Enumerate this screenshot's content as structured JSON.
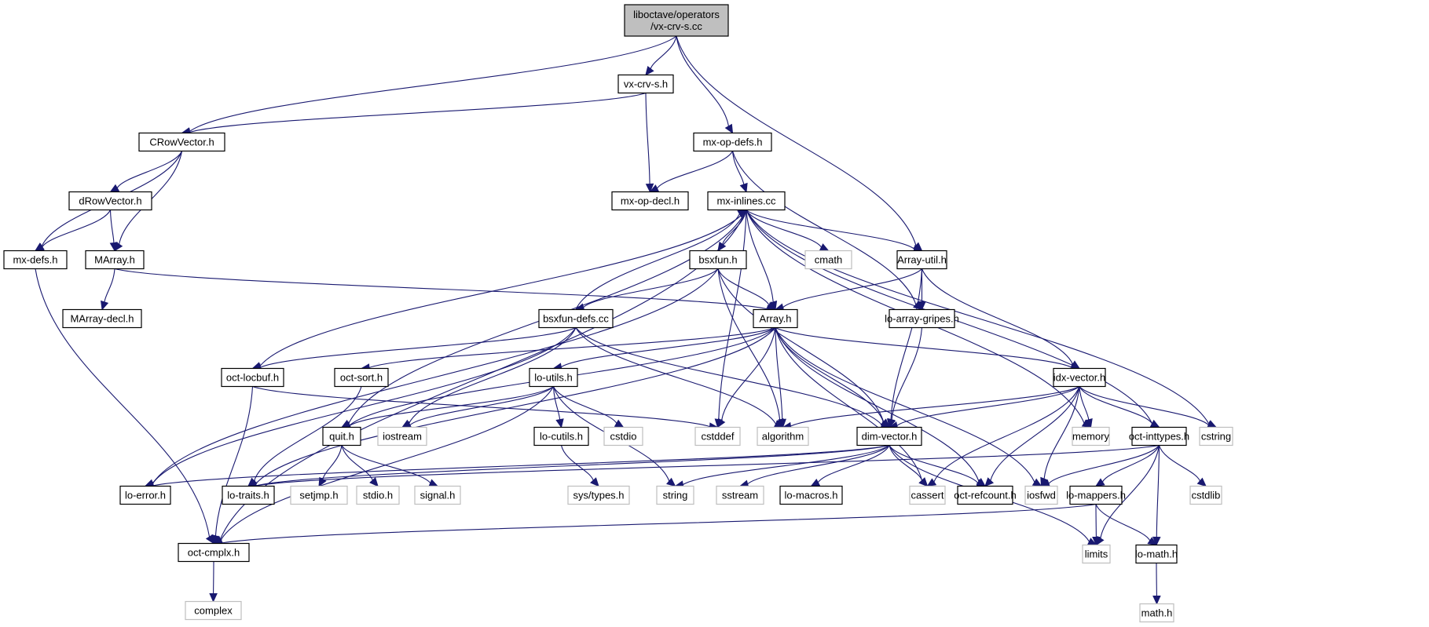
{
  "title": "Include dependency graph for vx-crv-s.cc",
  "colors": {
    "edge": "#191970",
    "root_fill": "#bfbfbf",
    "node_border": "#000000",
    "external_border": "#bfbfbf"
  },
  "root": "liboctave/operators/vx-crv-s.cc",
  "nodes": [
    {
      "id": "root",
      "label_lines": [
        "liboctave/operators",
        "/vx-crv-s.cc"
      ],
      "kind": "root"
    },
    {
      "id": "vx-crv-s.h",
      "label_lines": [
        "vx-crv-s.h"
      ],
      "kind": "file"
    },
    {
      "id": "CRowVector.h",
      "label_lines": [
        "CRowVector.h"
      ],
      "kind": "file"
    },
    {
      "id": "mx-op-defs.h",
      "label_lines": [
        "mx-op-defs.h"
      ],
      "kind": "file"
    },
    {
      "id": "mx-op-decl.h",
      "label_lines": [
        "mx-op-decl.h"
      ],
      "kind": "file"
    },
    {
      "id": "mx-inlines.cc",
      "label_lines": [
        "mx-inlines.cc"
      ],
      "kind": "file"
    },
    {
      "id": "dRowVector.h",
      "label_lines": [
        "dRowVector.h"
      ],
      "kind": "file"
    },
    {
      "id": "mx-defs.h",
      "label_lines": [
        "mx-defs.h"
      ],
      "kind": "file"
    },
    {
      "id": "MArray.h",
      "label_lines": [
        "MArray.h"
      ],
      "kind": "file"
    },
    {
      "id": "bsxfun.h",
      "label_lines": [
        "bsxfun.h"
      ],
      "kind": "file"
    },
    {
      "id": "cmath",
      "label_lines": [
        "cmath"
      ],
      "kind": "external"
    },
    {
      "id": "Array-util.h",
      "label_lines": [
        "Array-util.h"
      ],
      "kind": "file"
    },
    {
      "id": "MArray-decl.h",
      "label_lines": [
        "MArray-decl.h"
      ],
      "kind": "file"
    },
    {
      "id": "bsxfun-defs.cc",
      "label_lines": [
        "bsxfun-defs.cc"
      ],
      "kind": "file"
    },
    {
      "id": "Array.h",
      "label_lines": [
        "Array.h"
      ],
      "kind": "file"
    },
    {
      "id": "lo-array-gripes.h",
      "label_lines": [
        "lo-array-gripes.h"
      ],
      "kind": "file"
    },
    {
      "id": "oct-locbuf.h",
      "label_lines": [
        "oct-locbuf.h"
      ],
      "kind": "file"
    },
    {
      "id": "oct-sort.h",
      "label_lines": [
        "oct-sort.h"
      ],
      "kind": "file"
    },
    {
      "id": "lo-utils.h",
      "label_lines": [
        "lo-utils.h"
      ],
      "kind": "file"
    },
    {
      "id": "idx-vector.h",
      "label_lines": [
        "idx-vector.h"
      ],
      "kind": "file"
    },
    {
      "id": "quit.h",
      "label_lines": [
        "quit.h"
      ],
      "kind": "file"
    },
    {
      "id": "iostream",
      "label_lines": [
        "iostream"
      ],
      "kind": "external"
    },
    {
      "id": "lo-cutils.h",
      "label_lines": [
        "lo-cutils.h"
      ],
      "kind": "file"
    },
    {
      "id": "cstdio",
      "label_lines": [
        "cstdio"
      ],
      "kind": "external"
    },
    {
      "id": "cstddef",
      "label_lines": [
        "cstddef"
      ],
      "kind": "external"
    },
    {
      "id": "algorithm",
      "label_lines": [
        "algorithm"
      ],
      "kind": "external"
    },
    {
      "id": "dim-vector.h",
      "label_lines": [
        "dim-vector.h"
      ],
      "kind": "file"
    },
    {
      "id": "memory",
      "label_lines": [
        "memory"
      ],
      "kind": "external"
    },
    {
      "id": "oct-inttypes.h",
      "label_lines": [
        "oct-inttypes.h"
      ],
      "kind": "file"
    },
    {
      "id": "cstring",
      "label_lines": [
        "cstring"
      ],
      "kind": "external"
    },
    {
      "id": "lo-error.h",
      "label_lines": [
        "lo-error.h"
      ],
      "kind": "file"
    },
    {
      "id": "lo-traits.h",
      "label_lines": [
        "lo-traits.h"
      ],
      "kind": "file"
    },
    {
      "id": "setjmp.h",
      "label_lines": [
        "setjmp.h"
      ],
      "kind": "external"
    },
    {
      "id": "stdio.h",
      "label_lines": [
        "stdio.h"
      ],
      "kind": "external"
    },
    {
      "id": "signal.h",
      "label_lines": [
        "signal.h"
      ],
      "kind": "external"
    },
    {
      "id": "sys/types.h",
      "label_lines": [
        "sys/types.h"
      ],
      "kind": "external"
    },
    {
      "id": "string",
      "label_lines": [
        "string"
      ],
      "kind": "external"
    },
    {
      "id": "sstream",
      "label_lines": [
        "sstream"
      ],
      "kind": "external"
    },
    {
      "id": "lo-macros.h",
      "label_lines": [
        "lo-macros.h"
      ],
      "kind": "file"
    },
    {
      "id": "cassert",
      "label_lines": [
        "cassert"
      ],
      "kind": "external"
    },
    {
      "id": "oct-refcount.h",
      "label_lines": [
        "oct-refcount.h"
      ],
      "kind": "file"
    },
    {
      "id": "iosfwd",
      "label_lines": [
        "iosfwd"
      ],
      "kind": "external"
    },
    {
      "id": "lo-mappers.h",
      "label_lines": [
        "lo-mappers.h"
      ],
      "kind": "file"
    },
    {
      "id": "cstdlib",
      "label_lines": [
        "cstdlib"
      ],
      "kind": "external"
    },
    {
      "id": "oct-cmplx.h",
      "label_lines": [
        "oct-cmplx.h"
      ],
      "kind": "file"
    },
    {
      "id": "limits",
      "label_lines": [
        "limits"
      ],
      "kind": "external"
    },
    {
      "id": "lo-math.h",
      "label_lines": [
        "lo-math.h"
      ],
      "kind": "file"
    },
    {
      "id": "complex",
      "label_lines": [
        "complex"
      ],
      "kind": "external"
    },
    {
      "id": "math.h",
      "label_lines": [
        "math.h"
      ],
      "kind": "external"
    }
  ],
  "edges": [
    [
      "root",
      "vx-crv-s.h"
    ],
    [
      "root",
      "CRowVector.h"
    ],
    [
      "root",
      "mx-op-defs.h"
    ],
    [
      "root",
      "Array-util.h"
    ],
    [
      "vx-crv-s.h",
      "CRowVector.h"
    ],
    [
      "vx-crv-s.h",
      "mx-op-decl.h"
    ],
    [
      "CRowVector.h",
      "dRowVector.h"
    ],
    [
      "CRowVector.h",
      "mx-defs.h"
    ],
    [
      "CRowVector.h",
      "MArray.h"
    ],
    [
      "dRowVector.h",
      "mx-defs.h"
    ],
    [
      "dRowVector.h",
      "MArray.h"
    ],
    [
      "mx-op-defs.h",
      "mx-op-decl.h"
    ],
    [
      "mx-op-defs.h",
      "mx-inlines.cc"
    ],
    [
      "mx-op-defs.h",
      "lo-array-gripes.h"
    ],
    [
      "mx-defs.h",
      "oct-cmplx.h"
    ],
    [
      "MArray.h",
      "MArray-decl.h"
    ],
    [
      "MArray.h",
      "Array.h"
    ],
    [
      "mx-inlines.cc",
      "bsxfun.h"
    ],
    [
      "mx-inlines.cc",
      "cmath"
    ],
    [
      "mx-inlines.cc",
      "Array-util.h"
    ],
    [
      "mx-inlines.cc",
      "Array.h"
    ],
    [
      "mx-inlines.cc",
      "oct-locbuf.h"
    ],
    [
      "mx-inlines.cc",
      "quit.h"
    ],
    [
      "mx-inlines.cc",
      "oct-cmplx.h"
    ],
    [
      "mx-inlines.cc",
      "cstddef"
    ],
    [
      "mx-inlines.cc",
      "memory"
    ],
    [
      "mx-inlines.cc",
      "oct-inttypes.h"
    ],
    [
      "mx-inlines.cc",
      "cstring"
    ],
    [
      "bsxfun.h",
      "Array.h"
    ],
    [
      "bsxfun.h",
      "bsxfun-defs.cc"
    ],
    [
      "bsxfun.h",
      "algorithm"
    ],
    [
      "bsxfun.h",
      "dim-vector.h"
    ],
    [
      "bsxfun.h",
      "lo-error.h"
    ],
    [
      "bsxfun-defs.cc",
      "mx-inlines.cc"
    ],
    [
      "bsxfun-defs.cc",
      "oct-locbuf.h"
    ],
    [
      "bsxfun-defs.cc",
      "lo-error.h"
    ],
    [
      "bsxfun-defs.cc",
      "iostream"
    ],
    [
      "bsxfun-defs.cc",
      "algorithm"
    ],
    [
      "bsxfun-defs.cc",
      "dim-vector.h"
    ],
    [
      "Array-util.h",
      "Array.h"
    ],
    [
      "Array-util.h",
      "lo-array-gripes.h"
    ],
    [
      "Array-util.h",
      "idx-vector.h"
    ],
    [
      "Array-util.h",
      "dim-vector.h"
    ],
    [
      "lo-array-gripes.h",
      "dim-vector.h"
    ],
    [
      "Array.h",
      "oct-sort.h"
    ],
    [
      "Array.h",
      "lo-utils.h"
    ],
    [
      "Array.h",
      "idx-vector.h"
    ],
    [
      "Array.h",
      "quit.h"
    ],
    [
      "Array.h",
      "lo-traits.h"
    ],
    [
      "Array.h",
      "cstddef"
    ],
    [
      "Array.h",
      "algorithm"
    ],
    [
      "Array.h",
      "dim-vector.h"
    ],
    [
      "Array.h",
      "cassert"
    ],
    [
      "Array.h",
      "oct-refcount.h"
    ],
    [
      "Array.h",
      "iosfwd"
    ],
    [
      "oct-locbuf.h",
      "cstddef"
    ],
    [
      "oct-locbuf.h",
      "oct-cmplx.h"
    ],
    [
      "oct-sort.h",
      "lo-traits.h"
    ],
    [
      "lo-utils.h",
      "quit.h"
    ],
    [
      "lo-utils.h",
      "iostream"
    ],
    [
      "lo-utils.h",
      "lo-cutils.h"
    ],
    [
      "lo-utils.h",
      "cstdio"
    ],
    [
      "lo-utils.h",
      "string"
    ],
    [
      "lo-utils.h",
      "oct-cmplx.h"
    ],
    [
      "lo-cutils.h",
      "sys/types.h"
    ],
    [
      "idx-vector.h",
      "algorithm"
    ],
    [
      "idx-vector.h",
      "dim-vector.h"
    ],
    [
      "idx-vector.h",
      "memory"
    ],
    [
      "idx-vector.h",
      "oct-inttypes.h"
    ],
    [
      "idx-vector.h",
      "cstring"
    ],
    [
      "idx-vector.h",
      "cassert"
    ],
    [
      "idx-vector.h",
      "oct-refcount.h"
    ],
    [
      "idx-vector.h",
      "iosfwd"
    ],
    [
      "quit.h",
      "setjmp.h"
    ],
    [
      "quit.h",
      "stdio.h"
    ],
    [
      "quit.h",
      "signal.h"
    ],
    [
      "dim-vector.h",
      "lo-error.h"
    ],
    [
      "dim-vector.h",
      "lo-traits.h"
    ],
    [
      "dim-vector.h",
      "string"
    ],
    [
      "dim-vector.h",
      "sstream"
    ],
    [
      "dim-vector.h",
      "lo-macros.h"
    ],
    [
      "dim-vector.h",
      "cassert"
    ],
    [
      "dim-vector.h",
      "oct-refcount.h"
    ],
    [
      "dim-vector.h",
      "limits"
    ],
    [
      "oct-inttypes.h",
      "lo-traits.h"
    ],
    [
      "oct-inttypes.h",
      "iosfwd"
    ],
    [
      "oct-inttypes.h",
      "lo-mappers.h"
    ],
    [
      "oct-inttypes.h",
      "limits"
    ],
    [
      "oct-inttypes.h",
      "lo-math.h"
    ],
    [
      "oct-inttypes.h",
      "cstdlib"
    ],
    [
      "lo-mappers.h",
      "oct-cmplx.h"
    ],
    [
      "lo-mappers.h",
      "limits"
    ],
    [
      "lo-mappers.h",
      "lo-math.h"
    ],
    [
      "lo-math.h",
      "math.h"
    ],
    [
      "oct-cmplx.h",
      "complex"
    ]
  ]
}
